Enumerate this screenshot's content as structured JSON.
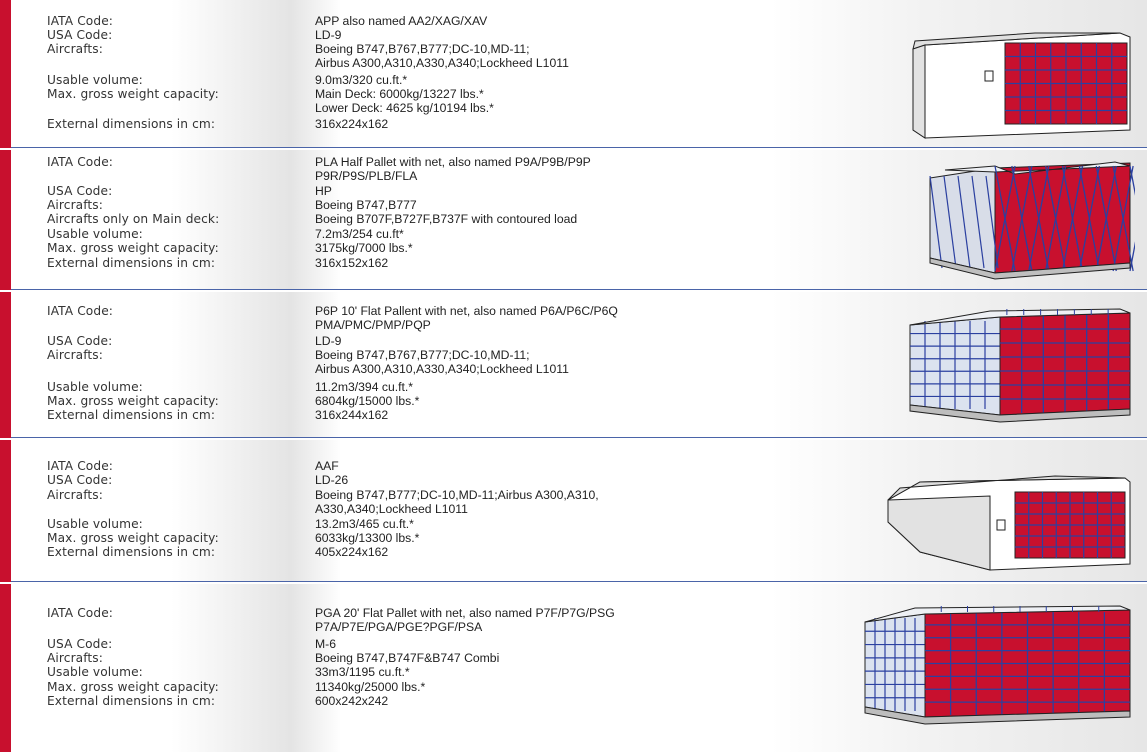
{
  "colors": {
    "accent_red": "#c8102e",
    "line_blue": "#4a64a8",
    "net_blue": "#2b40a0"
  },
  "entries": [
    {
      "illustration": "cargo-container-icon",
      "rows": [
        {
          "label": "IATA Code:",
          "value": "APP also named AA2/XAG/XAV"
        },
        {
          "label": "USA Code:",
          "value": "LD-9"
        },
        {
          "label": "Aircrafts:",
          "value": "Boeing B747,B767,B777;DC-10,MD-11;"
        },
        {
          "label": "",
          "value": "Airbus A300,A310,A330,A340;Lockheed L1011"
        },
        {
          "label": "Usable volume:",
          "value": "9.0m3/320 cu.ft.*"
        },
        {
          "label": "Max. gross weight capacity:",
          "value": "Main Deck: 6000kg/13227 lbs.*"
        },
        {
          "label": "",
          "value": "Lower Deck: 4625 kg/10194 lbs.*"
        },
        {
          "label": "External dimensions in cm:",
          "value": "316x224x162"
        }
      ]
    },
    {
      "illustration": "half-pallet-icon",
      "rows": [
        {
          "label": "IATA Code:",
          "value": "PLA Half Pallet with net, also named P9A/P9B/P9P"
        },
        {
          "label": "",
          "value": "P9R/P9S/PLB/FLA"
        },
        {
          "label": "USA Code:",
          "value": "HP"
        },
        {
          "label": "Aircrafts:",
          "value": "Boeing B747,B777"
        },
        {
          "label": "Aircrafts only on Main deck:",
          "value": "Boeing B707F,B727F,B737F with contoured load"
        },
        {
          "label": "Usable volume:",
          "value": "7.2m3/254 cu.ft*"
        },
        {
          "label": "Max. gross weight capacity:",
          "value": "3175kg/7000 lbs.*"
        },
        {
          "label": "External dimensions in cm:",
          "value": "316x152x162"
        }
      ]
    },
    {
      "illustration": "flat-pallet-10ft-icon",
      "rows": [
        {
          "label": "IATA Code:",
          "value": "P6P 10' Flat Pallent with net, also named P6A/P6C/P6Q"
        },
        {
          "label": "",
          "value": "PMA/PMC/PMP/PQP"
        },
        {
          "label": "USA Code:",
          "value": "LD-9"
        },
        {
          "label": "Aircrafts:",
          "value": "Boeing B747,B767,B777;DC-10,MD-11;"
        },
        {
          "label": "",
          "value": "Airbus A300,A310,A330,A340;Lockheed L1011"
        },
        {
          "label": "Usable volume:",
          "value": "11.2m3/394 cu.ft.*"
        },
        {
          "label": "Max. gross weight capacity:",
          "value": "6804kg/15000 lbs.*"
        },
        {
          "label": "External dimensions in cm:",
          "value": "316x244x162"
        }
      ]
    },
    {
      "illustration": "long-container-icon",
      "rows": [
        {
          "label": "IATA Code:",
          "value": "AAF"
        },
        {
          "label": "USA Code:",
          "value": "LD-26"
        },
        {
          "label": "Aircrafts:",
          "value": "Boeing B747,B777;DC-10,MD-11;Airbus A300,A310,"
        },
        {
          "label": "",
          "value": "A330,A340;Lockheed L1011"
        },
        {
          "label": "Usable volume:",
          "value": "13.2m3/465 cu.ft.*"
        },
        {
          "label": "Max. gross weight capacity:",
          "value": "6033kg/13300 lbs.*"
        },
        {
          "label": "External dimensions in cm:",
          "value": "405x224x162"
        }
      ]
    },
    {
      "illustration": "flat-pallet-20ft-icon",
      "rows": [
        {
          "label": "IATA Code:",
          "value": "PGA 20' Flat Pallet with net, also named P7F/P7G/PSG"
        },
        {
          "label": "",
          "value": "P7A/P7E/PGA/PGE?PGF/PSA"
        },
        {
          "label": "USA Code:",
          "value": "M-6"
        },
        {
          "label": "Aircrafts:",
          "value": "Boeing B747,B747F&B747 Combi"
        },
        {
          "label": "Usable volume:",
          "value": "33m3/1195 cu.ft.*"
        },
        {
          "label": "Max. gross weight capacity:",
          "value": "11340kg/25000 lbs.*"
        },
        {
          "label": "External dimensions in cm:",
          "value": "600x242x242"
        }
      ]
    }
  ]
}
